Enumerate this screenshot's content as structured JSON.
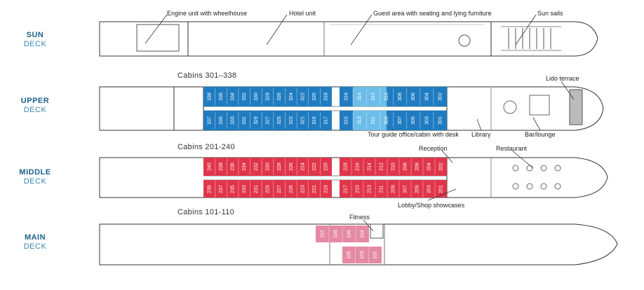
{
  "decks": [
    {
      "name": "SUN",
      "sub": "DECK"
    },
    {
      "name": "UPPER",
      "sub": "DECK"
    },
    {
      "name": "MIDDLE",
      "sub": "DECK"
    },
    {
      "name": "MAIN",
      "sub": "DECK"
    }
  ],
  "cabin_titles": {
    "upper": "Cabins 301–338",
    "middle": "Cabins 201-240",
    "main": "Cabins 101-110"
  },
  "callouts": {
    "engine": "Engine unit with wheelhouse",
    "hotel": "Hotel unit",
    "guest": "Guest area with seating and lying furniture",
    "sails": "Sun sails",
    "lido": "Lido terrace",
    "tour": "Tour guide office/cabin with desk",
    "library": "Library",
    "bar": "Bar/lounge",
    "reception": "Reception",
    "restaurant": "Restaurant",
    "lobby": "Lobby/Shop showcases",
    "fitness": "Fitness"
  },
  "cabins": {
    "upper_top_left": [
      "338",
      "336",
      "334",
      "332",
      "330",
      "328",
      "326",
      "324",
      "322",
      "320",
      "318"
    ],
    "upper_bottom_left": [
      "337",
      "335",
      "333",
      "331",
      "329",
      "327",
      "325",
      "323",
      "321",
      "319",
      "317"
    ],
    "upper_top_right": [
      "316",
      "314",
      "312",
      "310",
      "308",
      "306",
      "304",
      "302"
    ],
    "upper_bottom_right": [
      "315",
      "313",
      "311",
      "309",
      "307",
      "305",
      "303",
      "301"
    ],
    "middle_top_left": [
      "240",
      "238",
      "236",
      "234",
      "232",
      "230",
      "228",
      "226",
      "224",
      "222",
      "220"
    ],
    "middle_bottom_left": [
      "239",
      "237",
      "235",
      "233",
      "231",
      "229",
      "227",
      "225",
      "223",
      "221",
      "219"
    ],
    "middle_top_right": [
      "218",
      "216",
      "214",
      "212",
      "210",
      "208",
      "206",
      "204",
      "202"
    ],
    "middle_bottom_right": [
      "217",
      "215",
      "213",
      "211",
      "209",
      "207",
      "205",
      "203",
      "201"
    ],
    "main_top": [
      "110",
      "108",
      "106",
      "104"
    ],
    "main_bottom": [
      "105",
      "103",
      "101"
    ]
  },
  "colors": {
    "deck_name": "#1b5f8a",
    "deck_sub": "#3b86b5",
    "upper_cabin": "#1f7cc1",
    "upper_cabin_light": "#6cbde8",
    "middle_cabin": "#e0354a",
    "main_cabin": "#e58aa4",
    "hull_line": "#333333"
  }
}
